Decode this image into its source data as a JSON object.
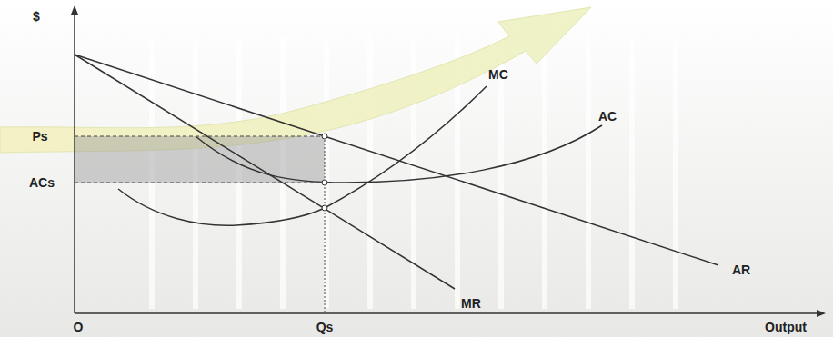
{
  "diagram": {
    "labels": [
      "$",
      "Ps",
      "ACs",
      "MC",
      "AC",
      "AR",
      "MR",
      "O",
      "Qs",
      "Output"
    ]
  }
}
